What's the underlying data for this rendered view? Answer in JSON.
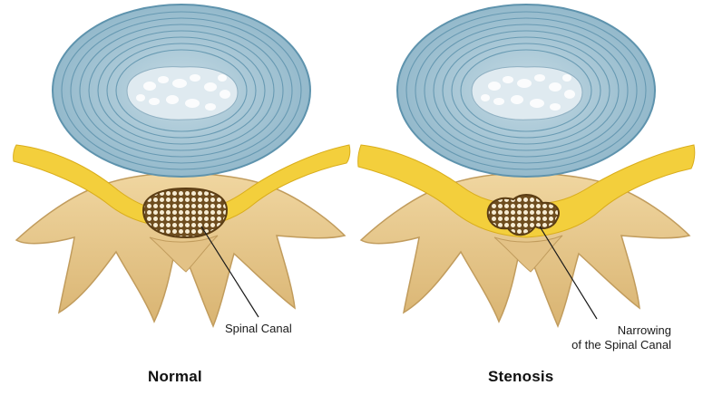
{
  "panels": [
    {
      "id": "normal",
      "caption": "Normal",
      "callout": {
        "lines": [
          "Spinal Canal"
        ]
      }
    },
    {
      "id": "stenosis",
      "caption": "Stenosis",
      "callout": {
        "lines": [
          "Narrowing",
          "of the Spinal Canal"
        ]
      }
    }
  ],
  "colors": {
    "disc_outer": "#a9c8d6",
    "disc_ring": "#5e93ad",
    "nucleus": "#d8e6ed",
    "bone": "#e8c98f",
    "bone_shade": "#c9a465",
    "ligament": "#f3cf3c",
    "canal_fill": "#6e4d1f",
    "canal_dots": "#f6ecd3"
  }
}
